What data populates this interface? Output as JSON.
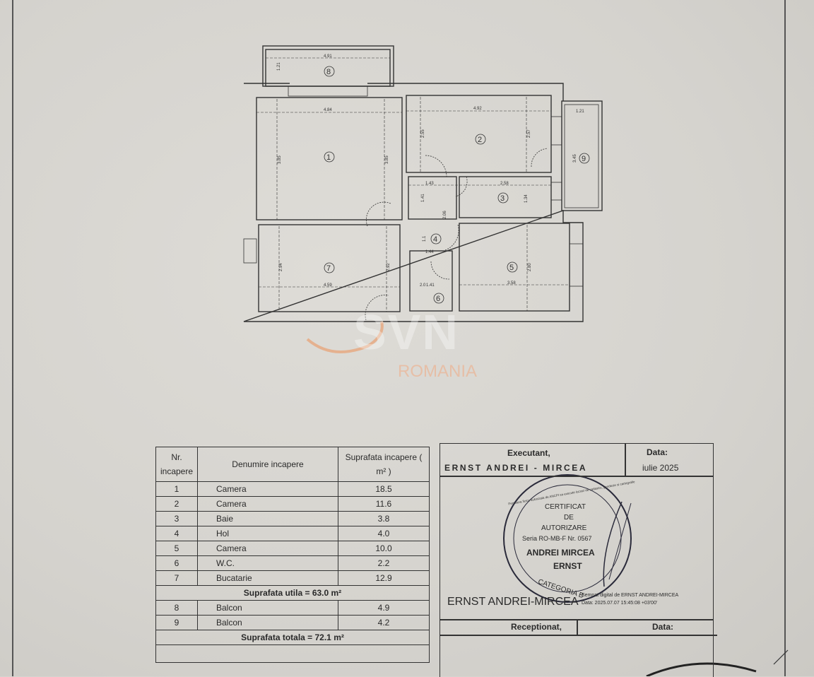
{
  "floor_plan": {
    "rooms": [
      "1",
      "2",
      "3",
      "4",
      "5",
      "6",
      "7",
      "8",
      "9"
    ],
    "dimensions": {
      "balcony8_width": "4.91",
      "balcony8_depth": "1.21",
      "room1_width": "4.84",
      "room1_height_left": "3.85",
      "room1_height_right": "3.85",
      "room2_width": "4.92",
      "room2_height_left": "2.55",
      "room2_height_right": "2.57",
      "balcony9_width": "1.21",
      "balcony9_length": "3.45",
      "hall_width": "1.43",
      "room3_width": "2.58",
      "hall_height": "1.41",
      "room3_height": "1.34",
      "hol_height": "2.06",
      "hol_small": "1.1",
      "hol_width": "1.44",
      "room7_width": "4.59",
      "room7_height_left": "2.94",
      "room7_height_right": "2.92",
      "wc_width": "1.41",
      "wc_small": "2.0",
      "room5_width": "3.58",
      "room5_height": "2.80"
    }
  },
  "watermark": {
    "brand": "SVN",
    "country": "ROMANIA",
    "accent": "#e8a070"
  },
  "rooms_table": {
    "headers": [
      "Nr. incapere",
      "Denumire incapere",
      "Suprafata incapere ( m² )"
    ],
    "rows": [
      {
        "nr": "1",
        "name": "Camera",
        "area": "18.5"
      },
      {
        "nr": "2",
        "name": "Camera",
        "area": "11.6"
      },
      {
        "nr": "3",
        "name": "Baie",
        "area": "3.8"
      },
      {
        "nr": "4",
        "name": "Hol",
        "area": "4.0"
      },
      {
        "nr": "5",
        "name": "Camera",
        "area": "10.0"
      },
      {
        "nr": "6",
        "name": "W.C.",
        "area": "2.2"
      },
      {
        "nr": "7",
        "name": "Bucatarie",
        "area": "12.9"
      }
    ],
    "useful_total": "Suprafata utila = 63.0 m²",
    "balconies": [
      {
        "nr": "8",
        "name": "Balcon",
        "area": "4.9"
      },
      {
        "nr": "9",
        "name": "Balcon",
        "area": "4.2"
      }
    ],
    "grand_total": "Suprafata totala = 72.1 m²"
  },
  "executant_box": {
    "executant_label": "Executant,",
    "executant_name": "ERNST ANDREI - MIRCEA",
    "date_label": "Data:",
    "date_value": "iulie 2025",
    "stamp": {
      "ring_text": "Persoana fizica autorizata de ANCPI sa execute lucrari de cadastru, geodezie si cartografie",
      "lines": [
        "CERTIFICAT",
        "DE",
        "AUTORIZARE",
        "Seria RO-MB-F Nr. 0567",
        "ANDREI MIRCEA",
        "ERNST",
        "CATEGORIA B"
      ]
    },
    "signer_name": "ERNST ANDREI-MIRCEA",
    "digital_signature": "Semnat digital de ERNST ANDREI-MIRCEA",
    "digital_date": "Data: 2025.07.07 15:45:08 +03'00'",
    "receptionat_label": "Receptionat,",
    "date_label_2": "Data:"
  }
}
